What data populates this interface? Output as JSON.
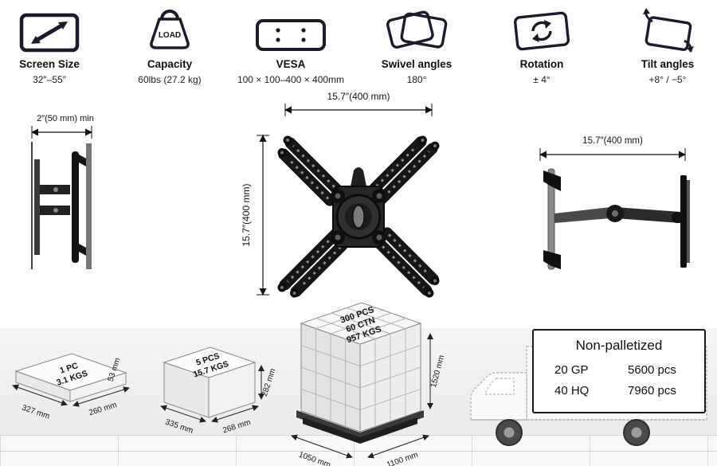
{
  "colors": {
    "ink": "#1a1a1a",
    "icon_stroke": "#1b1b2b",
    "backdrop": "#ececec"
  },
  "specs": [
    {
      "label": "Screen Size",
      "value": "32″–55″"
    },
    {
      "label": "Capacity",
      "value": "60lbs (27.2 kg)",
      "icon_text": "LOAD"
    },
    {
      "label": "VESA",
      "value": "100 × 100–400 × 400mm"
    },
    {
      "label": "Swivel angles",
      "value": "180°"
    },
    {
      "label": "Rotation",
      "value": "± 4°"
    },
    {
      "label": "Tilt angles",
      "value": "+8° / −5°"
    }
  ],
  "diagrams": {
    "profile": {
      "dim": "2″(50 mm) min"
    },
    "front": {
      "width": "15.7″(400 mm)",
      "height": "15.7″(400 mm)"
    },
    "extension": {
      "reach": "15.7″(400 mm)"
    }
  },
  "packaging": {
    "single_box": {
      "line1": "1 PC",
      "line2": "3.1 KGS",
      "height": "53 mm",
      "side_left": "327 mm",
      "side_right": "260 mm"
    },
    "master_carton": {
      "line1": "5 PCS",
      "line2": "15.7 KGS",
      "height": "282 mm",
      "side_left": "335 mm",
      "side_right": "268 mm"
    },
    "pallet": {
      "line1": "300 PCS",
      "line2": "60 CTN",
      "line3": "957 KGS",
      "height": "1520 mm",
      "side_left": "1050 mm",
      "side_right": "1100 mm"
    },
    "non_palletized": {
      "title": "Non-palletized",
      "rows": [
        {
          "container": "20 GP",
          "qty": "5600 pcs"
        },
        {
          "container": "40 HQ",
          "qty": "7960 pcs"
        }
      ]
    }
  }
}
